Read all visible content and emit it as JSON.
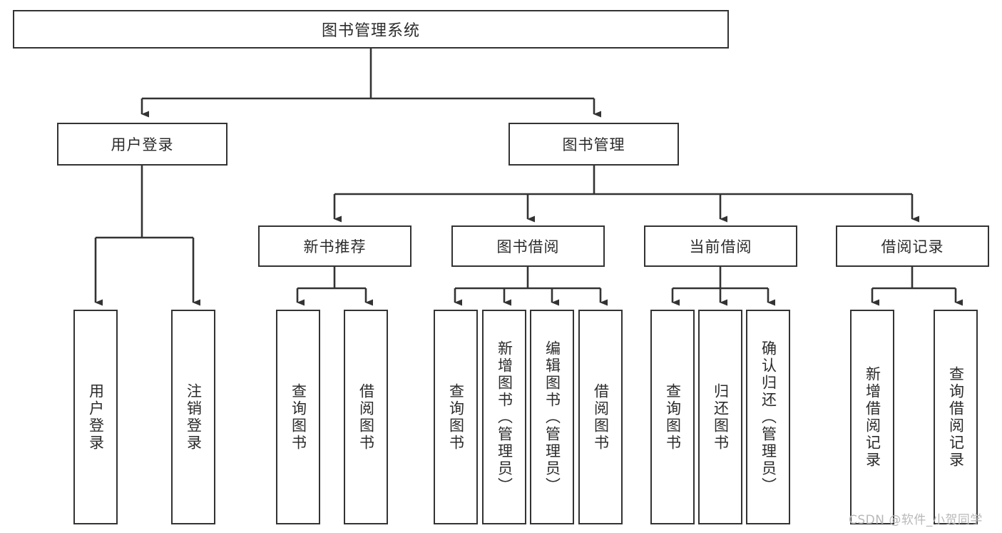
{
  "diagram": {
    "title": "图书管理系统",
    "type": "hierarchy-tree",
    "root": {
      "label": "图书管理系统"
    },
    "level2": [
      {
        "label": "用户登录"
      },
      {
        "label": "图书管理"
      }
    ],
    "level3": [
      {
        "label": "新书推荐"
      },
      {
        "label": "图书借阅"
      },
      {
        "label": "当前借阅"
      },
      {
        "label": "借阅记录"
      }
    ],
    "leaves": {
      "user_login": [
        {
          "label": "用户登录"
        },
        {
          "label": "注销登录"
        }
      ],
      "new_book_recommend": [
        {
          "label": "查询图书"
        },
        {
          "label": "借阅图书"
        }
      ],
      "book_borrow": [
        {
          "label": "查询图书"
        },
        {
          "label": "新增图书（管理员）"
        },
        {
          "label": "编辑图书（管理员）"
        },
        {
          "label": "借阅图书"
        }
      ],
      "current_borrow": [
        {
          "label": "查询图书"
        },
        {
          "label": "归还图书"
        },
        {
          "label": "确认归还（管理员）"
        }
      ],
      "borrow_record": [
        {
          "label": "新增借阅记录"
        },
        {
          "label": "查询借阅记录"
        }
      ]
    },
    "watermark": "CSDN @软件_小贺同学",
    "colors": {
      "box_border": "#333333",
      "box_fill": "#ffffff",
      "text": "#2b2b2b",
      "connector": "#333333",
      "watermark": "#b8b8b8",
      "background": "#ffffff"
    }
  }
}
